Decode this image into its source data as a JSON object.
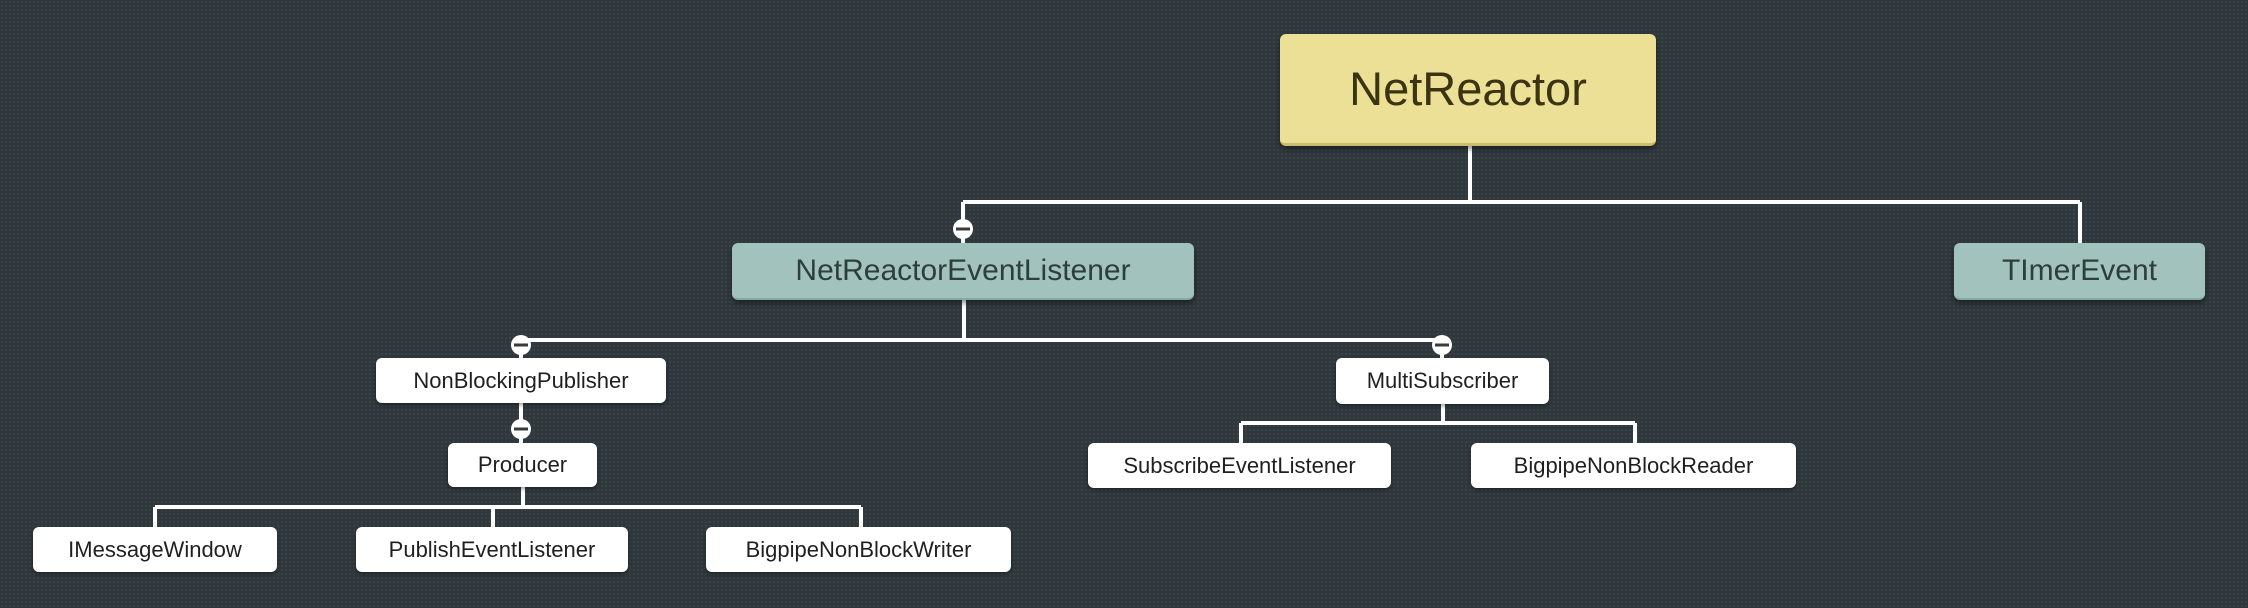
{
  "colors": {
    "background": "#2f383d",
    "root_fill": "#ebe096",
    "branch_fill": "#a2c3bd",
    "leaf_fill": "#ffffff",
    "connector": "#ffffff"
  },
  "nodes": {
    "root": "NetReactor",
    "event_listener": "NetReactorEventListener",
    "timer_event": "TImerEvent",
    "non_blocking_publisher": "NonBlockingPublisher",
    "multi_subscriber": "MultiSubscriber",
    "producer": "Producer",
    "subscribe_event_listener": "SubscribeEventListener",
    "bigpipe_non_block_reader": "BigpipeNonBlockReader",
    "imessage_window": "IMessageWindow",
    "publish_event_listener": "PublishEventListener",
    "bigpipe_non_block_writer": "BigpipeNonBlockWriter"
  },
  "collapse_marker_icon": "minus-circle-icon"
}
